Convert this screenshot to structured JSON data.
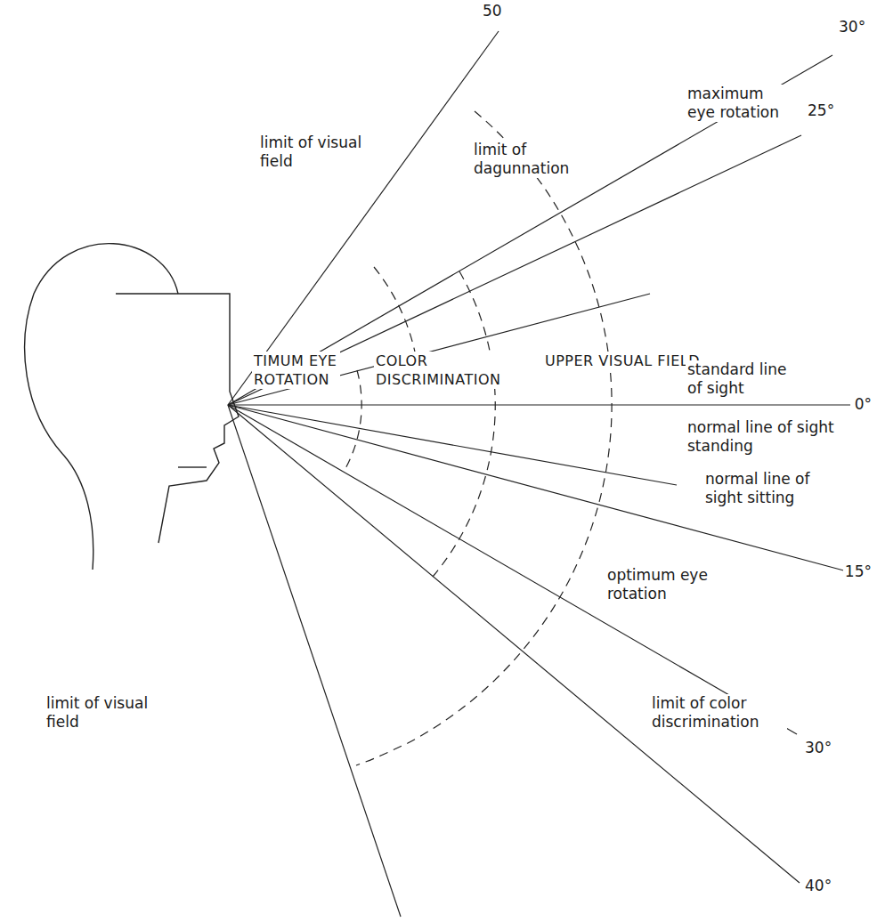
{
  "diagram": {
    "labels": [
      "50",
      "limit of visual field",
      "limit of dagunnation",
      "30°",
      "maximum eye rotation",
      "25°",
      "UPPER VISUAL FIELD",
      "TIMUM EYE ROTATION",
      "COLOR DISCRIMINATION",
      "standard line of sight",
      "0°",
      "normal line of sight standing",
      "normal line of sight sitting",
      "15°",
      "optimum eye rotation",
      "limit of visual field",
      "limit of color discrimination",
      "30°",
      "40°"
    ]
  }
}
